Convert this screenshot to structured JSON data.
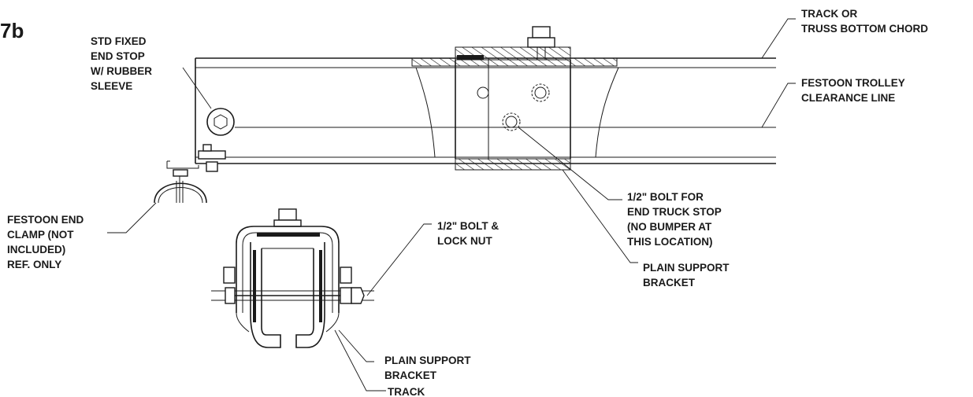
{
  "figure_label": "7b",
  "callouts": {
    "track_or_chord": [
      "TRACK OR",
      "TRUSS BOTTOM CHORD"
    ],
    "end_stop": [
      "STD FIXED",
      "END STOP",
      "W/ RUBBER",
      "SLEEVE"
    ],
    "clearance_line": [
      "FESTOON TROLLEY",
      "CLEARANCE LINE"
    ],
    "end_clamp": [
      "FESTOON END",
      "CLAMP (NOT",
      "INCLUDED)",
      "REF. ONLY"
    ],
    "bolt_lock_nut": [
      "1/2\" BOLT &",
      "LOCK NUT"
    ],
    "bolt_truck_stop": [
      "1/2\" BOLT FOR",
      "END TRUCK STOP",
      "(NO BUMPER AT",
      "THIS LOCATION)"
    ],
    "plain_bracket_side": [
      "PLAIN SUPPORT",
      "BRACKET"
    ],
    "plain_bracket_section": [
      "PLAIN SUPPORT",
      "BRACKET"
    ],
    "track_section": [
      "TRACK"
    ]
  }
}
